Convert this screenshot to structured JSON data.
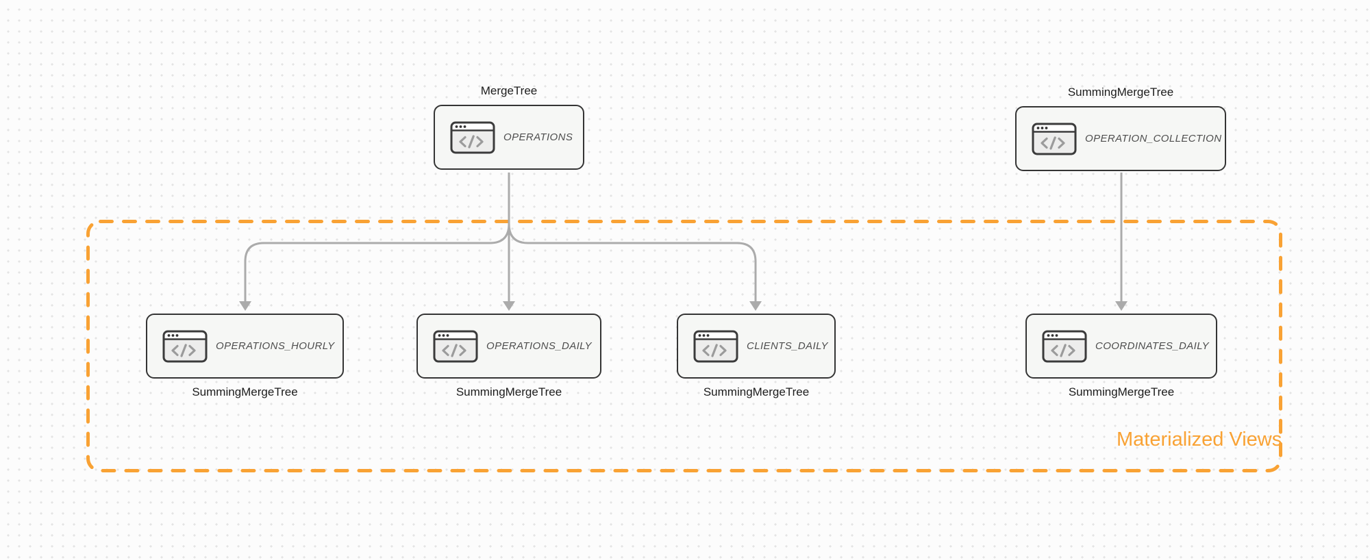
{
  "diagram_title": "Materialized Views",
  "colors": {
    "accent_orange": "#F9A234",
    "arrow_gray": "#ABABAB",
    "node_border": "#343434",
    "node_fill": "#F6F7F5"
  },
  "nodes": {
    "operations": {
      "engine": "MergeTree",
      "table": "OPERATIONS",
      "icon": "code-window-icon"
    },
    "operation_collection": {
      "engine": "SummingMergeTree",
      "table": "OPERATION_COLLECTION",
      "icon": "code-window-icon"
    },
    "operations_hourly": {
      "engine": "SummingMergeTree",
      "table": "OPERATIONS_HOURLY",
      "icon": "code-window-icon"
    },
    "operations_daily": {
      "engine": "SummingMergeTree",
      "table": "OPERATIONS_DAILY",
      "icon": "code-window-icon"
    },
    "clients_daily": {
      "engine": "SummingMergeTree",
      "table": "CLIENTS_DAILY",
      "icon": "code-window-icon"
    },
    "coordinates_daily": {
      "engine": "SummingMergeTree",
      "table": "COORDINATES_DAILY",
      "icon": "code-window-icon"
    }
  },
  "region": {
    "label": "Materialized Views"
  },
  "edges": [
    {
      "from": "operations",
      "to": "operations_hourly"
    },
    {
      "from": "operations",
      "to": "operations_daily"
    },
    {
      "from": "operations",
      "to": "clients_daily"
    },
    {
      "from": "operation_collection",
      "to": "coordinates_daily"
    }
  ]
}
